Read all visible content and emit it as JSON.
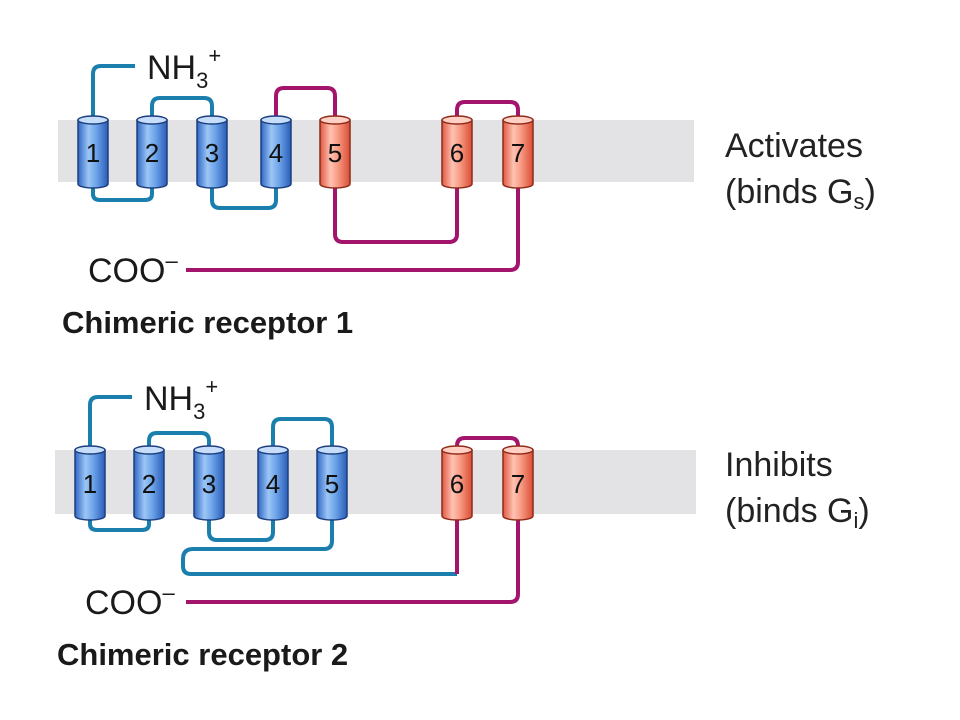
{
  "colors": {
    "membrane": "#e3e3e5",
    "loop_from_blue_receptor": "#1b7fae",
    "loop_from_red_receptor": "#a3146c",
    "helix_blue": "#4f8fde",
    "helix_red": "#f07a64"
  },
  "panels": [
    {
      "caption": "Chimeric receptor 1",
      "n_terminus": {
        "base": "NH",
        "sub": "3",
        "sup": "+"
      },
      "c_terminus": {
        "base": "COO",
        "sup": "–"
      },
      "effect": "Activates",
      "binding": {
        "prefix": "(binds G",
        "sub": "s",
        "suffix": ")"
      },
      "helices": [
        {
          "label": "1",
          "origin": "blue"
        },
        {
          "label": "2",
          "origin": "blue"
        },
        {
          "label": "3",
          "origin": "blue"
        },
        {
          "label": "4",
          "origin": "blue"
        },
        {
          "label": "5",
          "origin": "red"
        },
        {
          "label": "6",
          "origin": "red"
        },
        {
          "label": "7",
          "origin": "red"
        }
      ]
    },
    {
      "caption": "Chimeric receptor 2",
      "n_terminus": {
        "base": "NH",
        "sub": "3",
        "sup": "+"
      },
      "c_terminus": {
        "base": "COO",
        "sup": "–"
      },
      "effect": "Inhibits",
      "binding": {
        "prefix": "(binds G",
        "sub": "i",
        "suffix": ")"
      },
      "helices": [
        {
          "label": "1",
          "origin": "blue"
        },
        {
          "label": "2",
          "origin": "blue"
        },
        {
          "label": "3",
          "origin": "blue"
        },
        {
          "label": "4",
          "origin": "blue"
        },
        {
          "label": "5",
          "origin": "blue"
        },
        {
          "label": "6",
          "origin": "red"
        },
        {
          "label": "7",
          "origin": "red"
        }
      ]
    }
  ]
}
